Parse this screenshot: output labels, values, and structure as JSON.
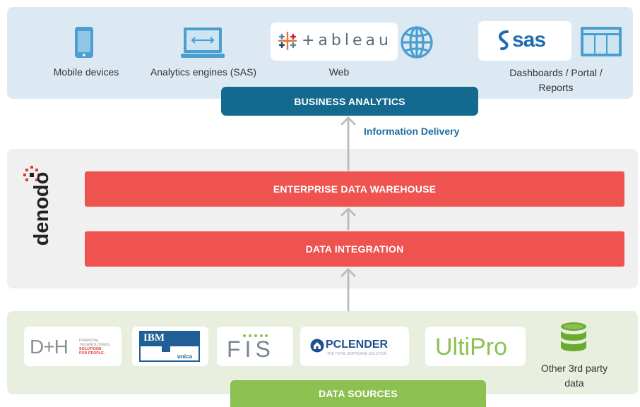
{
  "consumers": {
    "items": [
      {
        "label": "Mobile devices",
        "icon": "mobile-device-icon"
      },
      {
        "label": "Analytics engines (SAS)",
        "icon": "laptop-icon"
      },
      {
        "label": "Web",
        "icon": "globe-icon",
        "logo_text": "+ableau"
      },
      {
        "label": "Dashboards / Portal / Reports",
        "icon": "dashboard-icon",
        "logo_text": "sas"
      }
    ]
  },
  "business_analytics": {
    "label": "BUSINESS ANALYTICS"
  },
  "information_delivery": {
    "label": "Information Delivery"
  },
  "platform": {
    "brand": "denodo",
    "layers": [
      {
        "label": "ENTERPRISE DATA WAREHOUSE"
      },
      {
        "label": "DATA INTEGRATION"
      }
    ]
  },
  "sources": {
    "logos": [
      {
        "name": "D+H",
        "tagline": [
          "FINANCIAL",
          "TECHNOLOGIES.",
          "SOLUTIONS",
          "FOR PEOPLE."
        ]
      },
      {
        "name": "IBM",
        "sub": "unica"
      },
      {
        "name": "FIS"
      },
      {
        "name": "PCLENDER",
        "sub": "THE TOTAL MORTGAGE SOLUTION"
      },
      {
        "name": "UltiPro"
      }
    ],
    "other": {
      "label": "Other 3rd party data",
      "icon": "database-icon"
    },
    "title": "DATA SOURCES"
  },
  "colors": {
    "top_panel": "#dde9f2",
    "icon_blue": "#4a9fd0",
    "business_analytics": "#14698f",
    "red_layer": "#ef5350",
    "data_sources": "#8cc152",
    "arrow": "#bdbdbd"
  }
}
